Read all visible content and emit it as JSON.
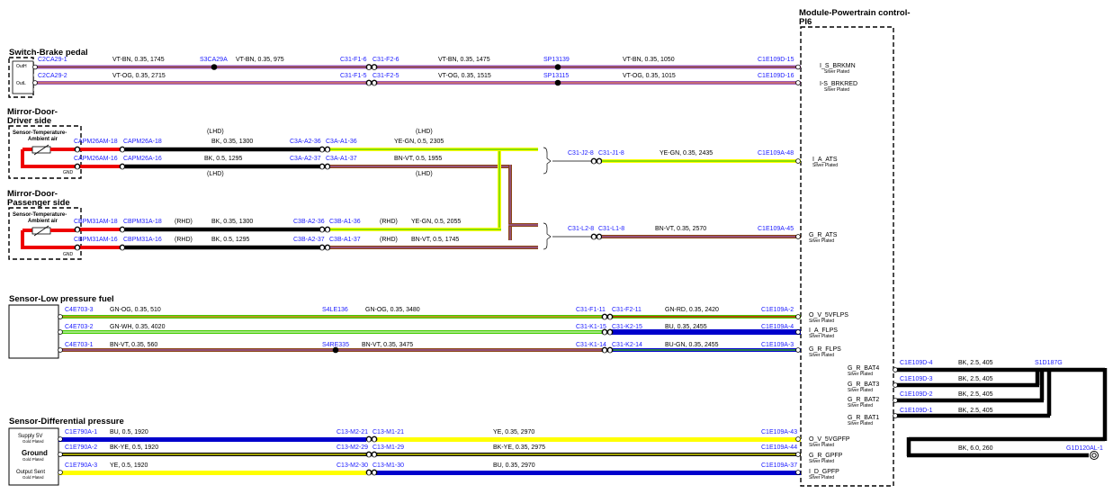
{
  "module": {
    "title_line1": "Module-Powertrain control-",
    "title_line2": "PI6"
  },
  "brake": {
    "title": "Switch-Brake pedal",
    "pin_outh": "OutH",
    "pin_outl": "OutL",
    "w1": {
      "c1": "C2CA29-1",
      "s1": "VT-BN,  0.35,  1745",
      "splice": "S3CA29A",
      "s2": "VT-BN,  0.35,  975",
      "c2": "C31-F1-6",
      "c3": "C31-F2-6",
      "s3": "VT-BN,  0.35,  1475",
      "sp": "SP13139",
      "s4": "VT-BN,  0.35,  1050",
      "c4": "C1E109D-15",
      "pin": "I_S_BRKMN",
      "plate": "Silver Plated"
    },
    "w2": {
      "c1": "C2CA29-2",
      "s1": "VT-OG,  0.35,  2715",
      "c2": "C31-F1-5",
      "c3": "C31-F2-5",
      "s3": "VT-OG,  0.35,  1515",
      "sp": "SP13115",
      "s4": "VT-OG,  0.35,  1015",
      "c4": "C1E109D-16",
      "pin": "I-S_BRKRED",
      "plate": "Silver Plated"
    }
  },
  "driver": {
    "title1": "Mirror-Door-",
    "title2": "Driver side",
    "sensor1": "Sensor-Temperature-",
    "sensor2": "Ambient air",
    "gnd": "GND",
    "r1": {
      "c1": "CAPM26AM-18",
      "c2": "CAPM26A-18",
      "lhd_a": "(LHD)",
      "s1": "BK,  0.35,  1300",
      "c3": "C3A-A2-36",
      "c4": "C3A-A1-36",
      "lhd_b": "(LHD)",
      "s2": "YE-GN,  0.5,  2305"
    },
    "r2": {
      "c1": "CAPM26AM-16",
      "c2": "CAPM26A-16",
      "lhd_a": "(LHD)",
      "s1": "BK,  0.5,  1295",
      "c3": "C3A-A2-37",
      "c4": "C3A-A1-37",
      "lhd_b": "(LHD)",
      "s2": "BN-VT,  0.5,  1955"
    }
  },
  "ats": {
    "c1": "C31-J2-8",
    "c2": "C31-J1-8",
    "s": "YE-GN,  0.35,  2435",
    "c3": "C1E109A-48",
    "pin": "I_A_ATS",
    "plate": "Silver Plated"
  },
  "passenger": {
    "title1": "Mirror-Door-",
    "title2": "Passenger side",
    "sensor1": "Sensor-Temperature-",
    "sensor2": "Ambient air",
    "gnd": "GND",
    "r1": {
      "c1": "CBPM31AM-18",
      "c2": "CBPM31A-18",
      "rhd_a": "(RHD)",
      "s1": "BK,  0.35,  1300",
      "c3": "C3B-A2-36",
      "c4": "C3B-A1-36",
      "rhd_b": "(RHD)",
      "s2": "YE-GN,  0.5,  2055"
    },
    "r2": {
      "c1": "CBPM31AM-16",
      "c2": "CBPM31A-16",
      "rhd_a": "(RHD)",
      "s1": "BK,  0.5,  1295",
      "c3": "C3B-A2-37",
      "c4": "C3B-A1-37",
      "rhd_b": "(RHD)",
      "s2": "BN-VT,  0.5,  1745"
    }
  },
  "gats": {
    "c1": "C31-L2-8",
    "c2": "C31-L1-8",
    "s": "BN-VT,  0.35,  2570",
    "c3": "C1E109A-45",
    "pin": "G_R_ATS",
    "plate": "Silver Plated"
  },
  "lpf": {
    "title": "Sensor-Low pressure fuel",
    "w1": {
      "c1": "C4E703-3",
      "s1": "GN-OG,  0.35,  510",
      "splice": "S4LE136",
      "s2": "GN-OG,  0.35,  3480",
      "c2": "C31-F1-11",
      "c3": "C31-F2-11",
      "s3": "GN-RD,  0.35,  2420",
      "c4": "C1E109A-2",
      "pin": "O_V_5VFLPS",
      "plate": "Silver Plated"
    },
    "w2": {
      "c1": "C4E703-2",
      "s1": "GN-WH,  0.35,  4020",
      "c2": "C31-K1-15",
      "c3": "C31-K2-15",
      "s3": "BU,  0.35,  2455",
      "c4": "C1E109A-4",
      "pin": "I_A_FLPS",
      "plate": "Silver Plated"
    },
    "w3": {
      "c1": "C4E703-1",
      "s1": "BN-VT,  0.35,  560",
      "splice": "S4RE335",
      "s2": "BN-VT,  0.35,  3475",
      "c2": "C31-K1-14",
      "c3": "C31-K2-14",
      "s3": "BU-GN,  0.35,  2455",
      "c4": "C1E109A-3",
      "pin": "G_R_FLPS",
      "plate": "Silver Plated"
    }
  },
  "bat": {
    "r1": {
      "pin": "G_R_BAT4",
      "plate": "Silver Plated",
      "c": "C1E109D-4",
      "s": "BK,  2.5,  405",
      "splice": "S1D187G"
    },
    "r2": {
      "pin": "G_R_BAT3",
      "plate": "Silver Plated",
      "c": "C1E109D-3",
      "s": "BK,  2.5,  405"
    },
    "r3": {
      "pin": "G_R_BAT2",
      "plate": "Silver Plated",
      "c": "C1E109D-2",
      "s": "BK,  2.5,  405"
    },
    "r4": {
      "pin": "G_R_BAT1",
      "plate": "Silver Plated",
      "c": "C1E109D-1",
      "s": "BK,  2.5,  405"
    },
    "main": {
      "s": "BK,  6.0,  260",
      "c": "G1D120AL-1"
    }
  },
  "dp": {
    "title": "Sensor-Differential pressure",
    "p1": "Supply 5V",
    "p1s": "Gold Plated",
    "p2": "Ground",
    "p2s": "Gold Plated",
    "p3": "Output Sent",
    "p3s": "Gold Plated",
    "w1": {
      "c1": "C1E790A-1",
      "s1": "BU,  0.5,  1920",
      "c2": "C13-M2-21",
      "c3": "C13-M1-21",
      "s2": "YE,  0.35,  2970",
      "c4": "C1E109A-43",
      "pin": "O_V_5VGPFP",
      "plate": "Silver Plated"
    },
    "w2": {
      "c1": "C1E790A-2",
      "s1": "BK-YE,  0.5,  1920",
      "c2": "C13-M2-29",
      "c3": "C13-M1-29",
      "s2": "BK-YE,  0.35,  2975",
      "c4": "C1E109A-44",
      "pin": "G_R_GPFP",
      "plate": "Silver Plated"
    },
    "w3": {
      "c1": "C1E790A-3",
      "s1": "YE,  0.5,  1920",
      "c2": "C13-M2-30",
      "c3": "C13-M1-30",
      "s2": "BU,  0.35,  2970",
      "c4": "C1E109A-37",
      "pin": "I_D_GPFP",
      "plate": "Silver Plated"
    }
  },
  "colors": {
    "violet": "#9b59b6",
    "brown": "#8b4513",
    "orange": "#f08030",
    "yellow": "#ffff00",
    "green": "#44cc00",
    "blue": "#0000cc",
    "red": "#ee0000",
    "black": "#000000",
    "connector_text": "#1a1aff"
  }
}
